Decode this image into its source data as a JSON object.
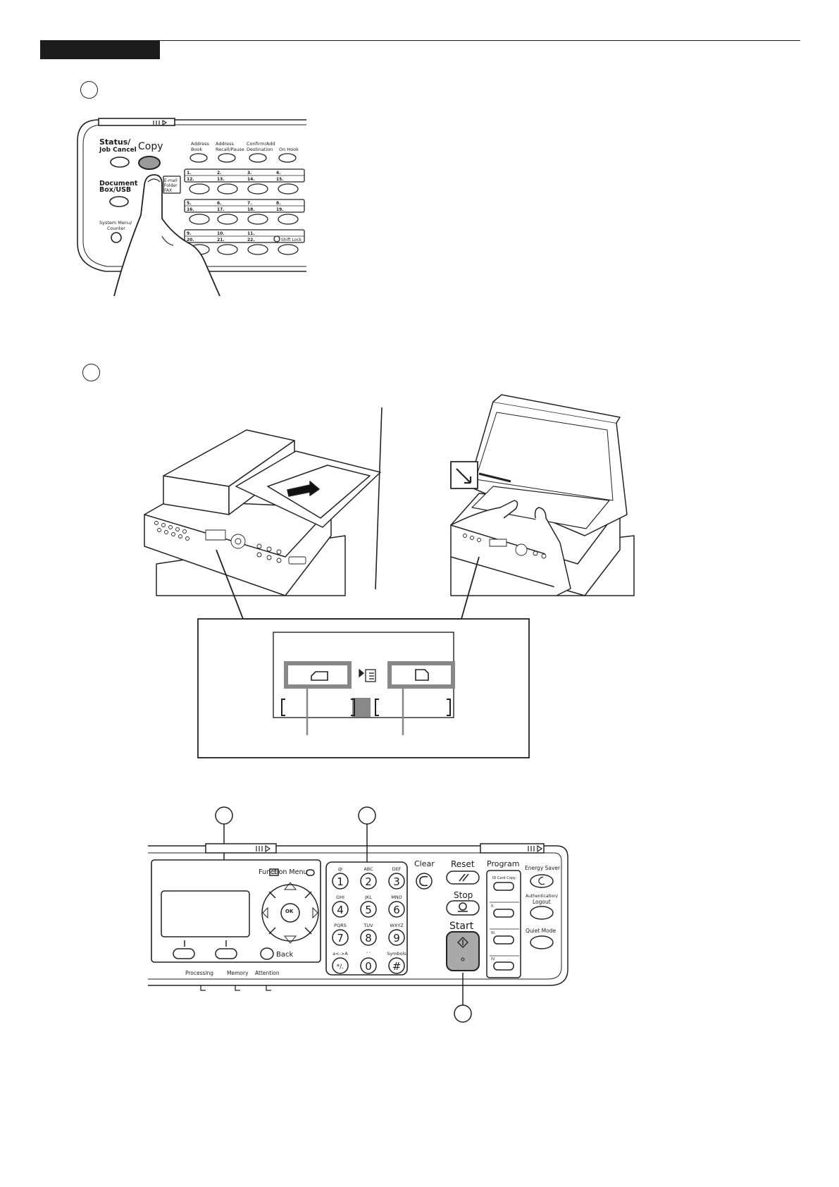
{
  "copy_panel": {
    "status_line1": "Status/",
    "status_line2": "Job Cancel",
    "copy": "Copy",
    "document_line1": "Document",
    "document_line2": "Box/USB",
    "system_line1": "System Menu/",
    "system_line2": "Counter",
    "email": "E-mail",
    "folder": "Folder",
    "fax": "FAX",
    "top_keys": [
      {
        "line1": "Address",
        "line2": "Book"
      },
      {
        "line1": "Address",
        "line2": "Recall/Pause"
      },
      {
        "line1": "Confirm/Add",
        "line2": "Destination"
      },
      {
        "line1": "",
        "line2": "On Hook"
      }
    ],
    "one_touch_rows": [
      {
        "upper": [
          "1.",
          "2.",
          "3.",
          "4."
        ],
        "lower": [
          "12.",
          "13.",
          "14.",
          "15."
        ]
      },
      {
        "upper": [
          "5.",
          "6.",
          "7.",
          "8."
        ],
        "lower": [
          "16.",
          "17.",
          "18.",
          "19."
        ]
      },
      {
        "upper": [
          "9.",
          "10.",
          "11.",
          ""
        ],
        "lower": [
          "20.",
          "21.",
          "22.",
          ""
        ]
      }
    ],
    "shift_lock": "Shift Lock"
  },
  "operation_panel": {
    "function_menu": "Function Menu",
    "back": "Back",
    "indicators": [
      "Processing",
      "Memory",
      "Attention"
    ],
    "keypad": [
      {
        "digit": "1",
        "letters": "@"
      },
      {
        "digit": "2",
        "letters": "ABC"
      },
      {
        "digit": "3",
        "letters": "DEF"
      },
      {
        "digit": "4",
        "letters": "GHI"
      },
      {
        "digit": "5",
        "letters": "JKL"
      },
      {
        "digit": "6",
        "letters": "MNO"
      },
      {
        "digit": "7",
        "letters": "PQRS"
      },
      {
        "digit": "8",
        "letters": "TUV"
      },
      {
        "digit": "9",
        "letters": "WXYZ"
      },
      {
        "digit": "*/.",
        "letters": "a<->A"
      },
      {
        "digit": "0",
        "letters": "' '"
      },
      {
        "digit": "#",
        "letters": "Symbols"
      }
    ],
    "clear": "Clear",
    "reset": "Reset",
    "stop": "Stop",
    "start": "Start",
    "program": "Program",
    "id_card_copy": "ID Card Copy",
    "program_slots": [
      "II.",
      "III.",
      "IV."
    ],
    "energy_saver": "Energy Saver",
    "auth_line1": "Authentication/",
    "auth_line2": "Logout",
    "quiet_mode": "Quiet Mode",
    "ok": "OK"
  }
}
